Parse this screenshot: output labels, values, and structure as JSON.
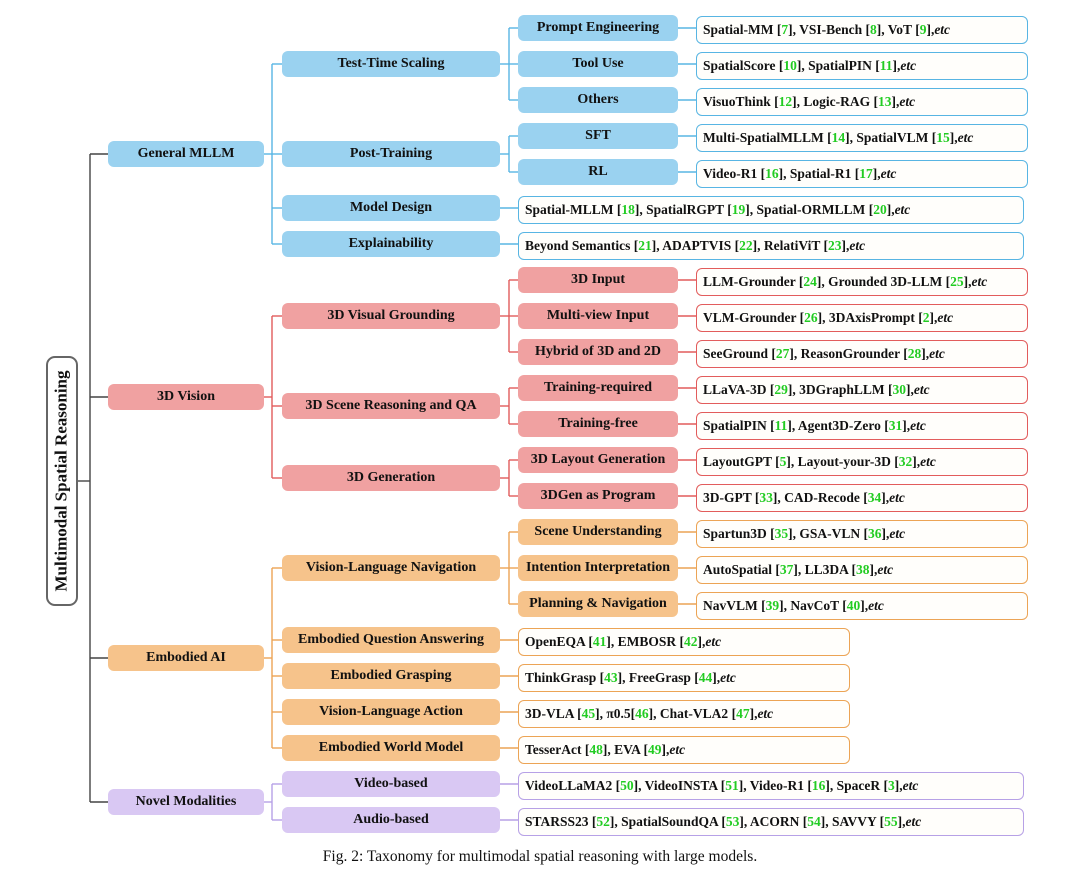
{
  "root": "Multimodal Spatial Reasoning",
  "caption": "Fig. 2: Taxonomy for multimodal spatial reasoning with large models.",
  "colors": {
    "blue": "#9ad2f0",
    "red": "#f0a1a1",
    "orange": "#f6c38b",
    "purple": "#d9c8f3",
    "ref": "#22cc22"
  },
  "categories": [
    {
      "label": "General MLLM",
      "color": "blue",
      "children": [
        {
          "label": "Test-Time Scaling",
          "children": [
            {
              "label": "Prompt Engineering",
              "leaf": [
                {
                  "t": "Spatial-MM "
                },
                {
                  "t": "[",
                  "r": "7"
                },
                {
                  "t": ", VSI-Bench "
                },
                {
                  "t": "[",
                  "r": "8"
                },
                {
                  "t": ", VoT "
                },
                {
                  "t": "[",
                  "r": "9"
                },
                {
                  "t": ", "
                },
                {
                  "i": "etc"
                }
              ]
            },
            {
              "label": "Tool Use",
              "leaf": [
                {
                  "t": "SpatialScore "
                },
                {
                  "t": "[",
                  "r": "10"
                },
                {
                  "t": ", SpatialPIN "
                },
                {
                  "t": "[",
                  "r": "11"
                },
                {
                  "t": ", "
                },
                {
                  "i": "etc"
                }
              ]
            },
            {
              "label": "Others",
              "leaf": [
                {
                  "t": "VisuoThink "
                },
                {
                  "t": "[",
                  "r": "12"
                },
                {
                  "t": ", Logic-RAG "
                },
                {
                  "t": "[",
                  "r": "13"
                },
                {
                  "t": ", "
                },
                {
                  "i": "etc"
                }
              ]
            }
          ]
        },
        {
          "label": "Post-Training",
          "children": [
            {
              "label": "SFT",
              "leaf": [
                {
                  "t": "Multi-SpatialMLLM "
                },
                {
                  "t": "[",
                  "r": "14"
                },
                {
                  "t": ", SpatialVLM "
                },
                {
                  "t": "[",
                  "r": "15"
                },
                {
                  "t": ", "
                },
                {
                  "i": "etc"
                }
              ]
            },
            {
              "label": "RL",
              "leaf": [
                {
                  "t": "Video-R1 "
                },
                {
                  "t": "[",
                  "r": "16"
                },
                {
                  "t": ", Spatial-R1 "
                },
                {
                  "t": "[",
                  "r": "17"
                },
                {
                  "t": ", "
                },
                {
                  "i": "etc"
                }
              ]
            }
          ]
        },
        {
          "label": "Model Design",
          "leaf": [
            {
              "t": "Spatial-MLLM "
            },
            {
              "t": "[",
              "r": "18"
            },
            {
              "t": ", SpatialRGPT "
            },
            {
              "t": "[",
              "r": "19"
            },
            {
              "t": ", Spatial-ORMLLM "
            },
            {
              "t": "[",
              "r": "20"
            },
            {
              "t": ", "
            },
            {
              "i": "etc"
            }
          ]
        },
        {
          "label": "Explainability",
          "leaf": [
            {
              "t": "Beyond Semantics "
            },
            {
              "t": "[",
              "r": "21"
            },
            {
              "t": ", ADAPTVIS "
            },
            {
              "t": "[",
              "r": "22"
            },
            {
              "t": ", RelatiViT "
            },
            {
              "t": "[",
              "r": "23"
            },
            {
              "t": ", "
            },
            {
              "i": "etc"
            }
          ]
        }
      ]
    },
    {
      "label": "3D Vision",
      "color": "red",
      "children": [
        {
          "label": "3D Visual Grounding",
          "children": [
            {
              "label": "3D Input",
              "leaf": [
                {
                  "t": "LLM-Grounder "
                },
                {
                  "t": "[",
                  "r": "24"
                },
                {
                  "t": ", Grounded 3D-LLM "
                },
                {
                  "t": "[",
                  "r": "25"
                },
                {
                  "t": ", "
                },
                {
                  "i": "etc"
                }
              ]
            },
            {
              "label": "Multi-view Input",
              "leaf": [
                {
                  "t": "VLM-Grounder "
                },
                {
                  "t": "[",
                  "r": "26"
                },
                {
                  "t": ", 3DAxisPrompt "
                },
                {
                  "t": "[",
                  "r": "2"
                },
                {
                  "t": ", "
                },
                {
                  "i": "etc"
                }
              ]
            },
            {
              "label": "Hybrid of 3D and 2D",
              "leaf": [
                {
                  "t": "SeeGround "
                },
                {
                  "t": "[",
                  "r": "27"
                },
                {
                  "t": ", ReasonGrounder "
                },
                {
                  "t": "[",
                  "r": "28"
                },
                {
                  "t": ", "
                },
                {
                  "i": "etc"
                }
              ]
            }
          ]
        },
        {
          "label": "3D Scene Reasoning and QA",
          "children": [
            {
              "label": "Training-required",
              "leaf": [
                {
                  "t": "LLaVA-3D "
                },
                {
                  "t": "[",
                  "r": "29"
                },
                {
                  "t": ", 3DGraphLLM "
                },
                {
                  "t": "[",
                  "r": "30"
                },
                {
                  "t": ", "
                },
                {
                  "i": "etc"
                }
              ]
            },
            {
              "label": "Training-free",
              "leaf": [
                {
                  "t": "SpatialPIN "
                },
                {
                  "t": "[",
                  "r": "11"
                },
                {
                  "t": ", Agent3D-Zero "
                },
                {
                  "t": "[",
                  "r": "31"
                },
                {
                  "t": ", "
                },
                {
                  "i": "etc"
                }
              ]
            }
          ]
        },
        {
          "label": "3D Generation",
          "children": [
            {
              "label": "3D Layout Generation",
              "leaf": [
                {
                  "t": "LayoutGPT "
                },
                {
                  "t": "[",
                  "r": "5"
                },
                {
                  "t": ", Layout-your-3D "
                },
                {
                  "t": "[",
                  "r": "32"
                },
                {
                  "t": ", "
                },
                {
                  "i": "etc"
                }
              ]
            },
            {
              "label": "3DGen as Program",
              "leaf": [
                {
                  "t": "3D-GPT "
                },
                {
                  "t": "[",
                  "r": "33"
                },
                {
                  "t": ", CAD-Recode "
                },
                {
                  "t": "[",
                  "r": "34"
                },
                {
                  "t": ", "
                },
                {
                  "i": "etc"
                }
              ]
            }
          ]
        }
      ]
    },
    {
      "label": "Embodied AI",
      "color": "orange",
      "children": [
        {
          "label": "Vision-Language Navigation",
          "children": [
            {
              "label": "Scene Understanding",
              "leaf": [
                {
                  "t": "Spartun3D "
                },
                {
                  "t": "[",
                  "r": "35"
                },
                {
                  "t": ", GSA-VLN "
                },
                {
                  "t": "[",
                  "r": "36"
                },
                {
                  "t": ", "
                },
                {
                  "i": "etc"
                }
              ]
            },
            {
              "label": "Intention Interpretation",
              "leaf": [
                {
                  "t": "AutoSpatial "
                },
                {
                  "t": "[",
                  "r": "37"
                },
                {
                  "t": ", LL3DA "
                },
                {
                  "t": "[",
                  "r": "38"
                },
                {
                  "t": ", "
                },
                {
                  "i": "etc"
                }
              ]
            },
            {
              "label": "Planning & Navigation",
              "leaf": [
                {
                  "t": "NavVLM "
                },
                {
                  "t": "[",
                  "r": "39"
                },
                {
                  "t": ", NavCoT "
                },
                {
                  "t": "[",
                  "r": "40"
                },
                {
                  "t": ", "
                },
                {
                  "i": "etc"
                }
              ]
            }
          ]
        },
        {
          "label": "Embodied Question Answering",
          "leaf": [
            {
              "t": "OpenEQA "
            },
            {
              "t": "[",
              "r": "41"
            },
            {
              "t": ", EMBOSR "
            },
            {
              "t": "[",
              "r": "42"
            },
            {
              "t": ", "
            },
            {
              "i": "etc"
            }
          ]
        },
        {
          "label": "Embodied Grasping",
          "leaf": [
            {
              "t": "ThinkGrasp "
            },
            {
              "t": "[",
              "r": "43"
            },
            {
              "t": ", FreeGrasp "
            },
            {
              "t": "[",
              "r": "44"
            },
            {
              "t": ", "
            },
            {
              "i": "etc"
            }
          ]
        },
        {
          "label": "Vision-Language Action",
          "leaf": [
            {
              "t": "3D-VLA "
            },
            {
              "t": "[",
              "r": "45"
            },
            {
              "t": ", π0.5"
            },
            {
              "t": "[",
              "r": "46"
            },
            {
              "t": ", Chat-VLA2 "
            },
            {
              "t": "[",
              "r": "47"
            },
            {
              "t": ", "
            },
            {
              "i": "etc"
            }
          ]
        },
        {
          "label": "Embodied World Model",
          "leaf": [
            {
              "t": "TesserAct "
            },
            {
              "t": "[",
              "r": "48"
            },
            {
              "t": ", EVA "
            },
            {
              "t": "[",
              "r": "49"
            },
            {
              "t": ", "
            },
            {
              "i": "etc"
            }
          ]
        }
      ]
    },
    {
      "label": "Novel Modalities",
      "color": "purple",
      "children": [
        {
          "label": "Video-based",
          "leaf": [
            {
              "t": "VideoLLaMA2 "
            },
            {
              "t": "[",
              "r": "50"
            },
            {
              "t": ", VideoINSTA "
            },
            {
              "t": "[",
              "r": "51"
            },
            {
              "t": ", Video-R1 "
            },
            {
              "t": "[",
              "r": "16"
            },
            {
              "t": ", SpaceR "
            },
            {
              "t": "[",
              "r": "3"
            },
            {
              "t": ", "
            },
            {
              "i": "etc"
            }
          ]
        },
        {
          "label": "Audio-based",
          "leaf": [
            {
              "t": "STARSS23 "
            },
            {
              "t": "[",
              "r": "52"
            },
            {
              "t": ", SpatialSoundQA "
            },
            {
              "t": "[",
              "r": "53"
            },
            {
              "t": ", ACORN "
            },
            {
              "t": "[",
              "r": "54"
            },
            {
              "t": ", SAVVY "
            },
            {
              "t": "[",
              "r": "55"
            },
            {
              "t": ", "
            },
            {
              "i": "etc"
            }
          ]
        }
      ]
    }
  ]
}
